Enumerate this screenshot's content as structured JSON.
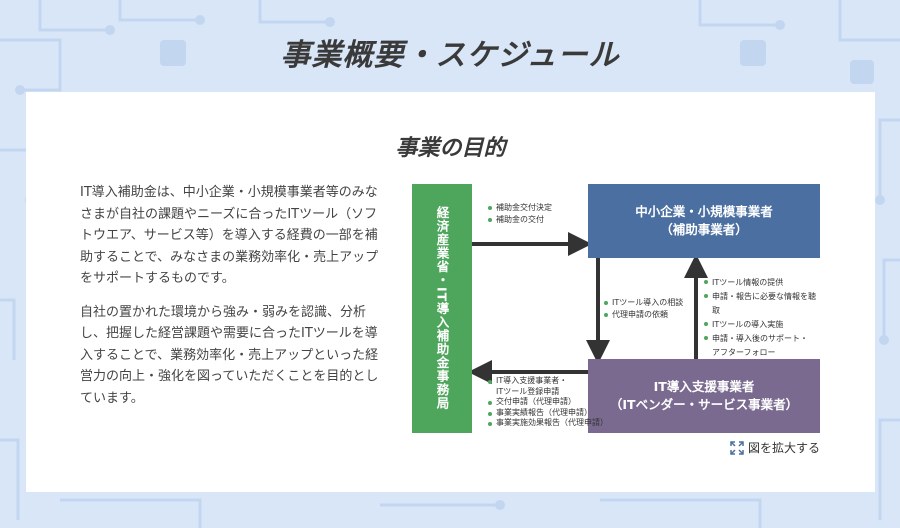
{
  "page_title": "事業概要・スケジュール",
  "section_title": "事業の目的",
  "description": {
    "p1": "IT導入補助金は、中小企業・小規模事業者等のみなさまが自社の課題やニーズに合ったITツール（ソフトウエア、サービス等）を導入する経費の一部を補助することで、みなさまの業務効率化・売上アップをサポートするものです。",
    "p2": "自社の置かれた環境から強み・弱みを認識、分析し、把握した経営課題や需要に合ったITツールを導入することで、業務効率化・売上アップといった経営力の向上・強化を図っていただくことを目的としています。"
  },
  "diagram": {
    "meti_label": "経済産業省・IT導入補助金事務局",
    "sme_line1": "中小企業・小規模事業者",
    "sme_line2": "（補助事業者）",
    "vendor_line1": "IT導入支援事業者",
    "vendor_line2": "（ITベンダー・サービス事業者）",
    "meti_to_sme": [
      "補助金交付決定",
      "補助金の交付"
    ],
    "sme_to_vendor": [
      "ITツール導入の相談",
      "代理申請の依頼"
    ],
    "vendor_to_sme": [
      "ITツール情報の提供",
      "申請・報告に必要な情報を聴取",
      "ITツールの導入実施",
      "申請・導入後のサポート・",
      "アフターフォロー"
    ],
    "vendor_to_meti": [
      "IT導入支援事業者・",
      "ITツール登録申請",
      "交付申請（代理申請）",
      "事業実績報告（代理申請）",
      "事業実施効果報告（代理申請）"
    ]
  },
  "enlarge_label": "図を拡大する",
  "colors": {
    "meti_box": "#4ea65c",
    "sme_box": "#4a6fa0",
    "vendor_box": "#7a6a90",
    "background": "#d8e6f8"
  }
}
